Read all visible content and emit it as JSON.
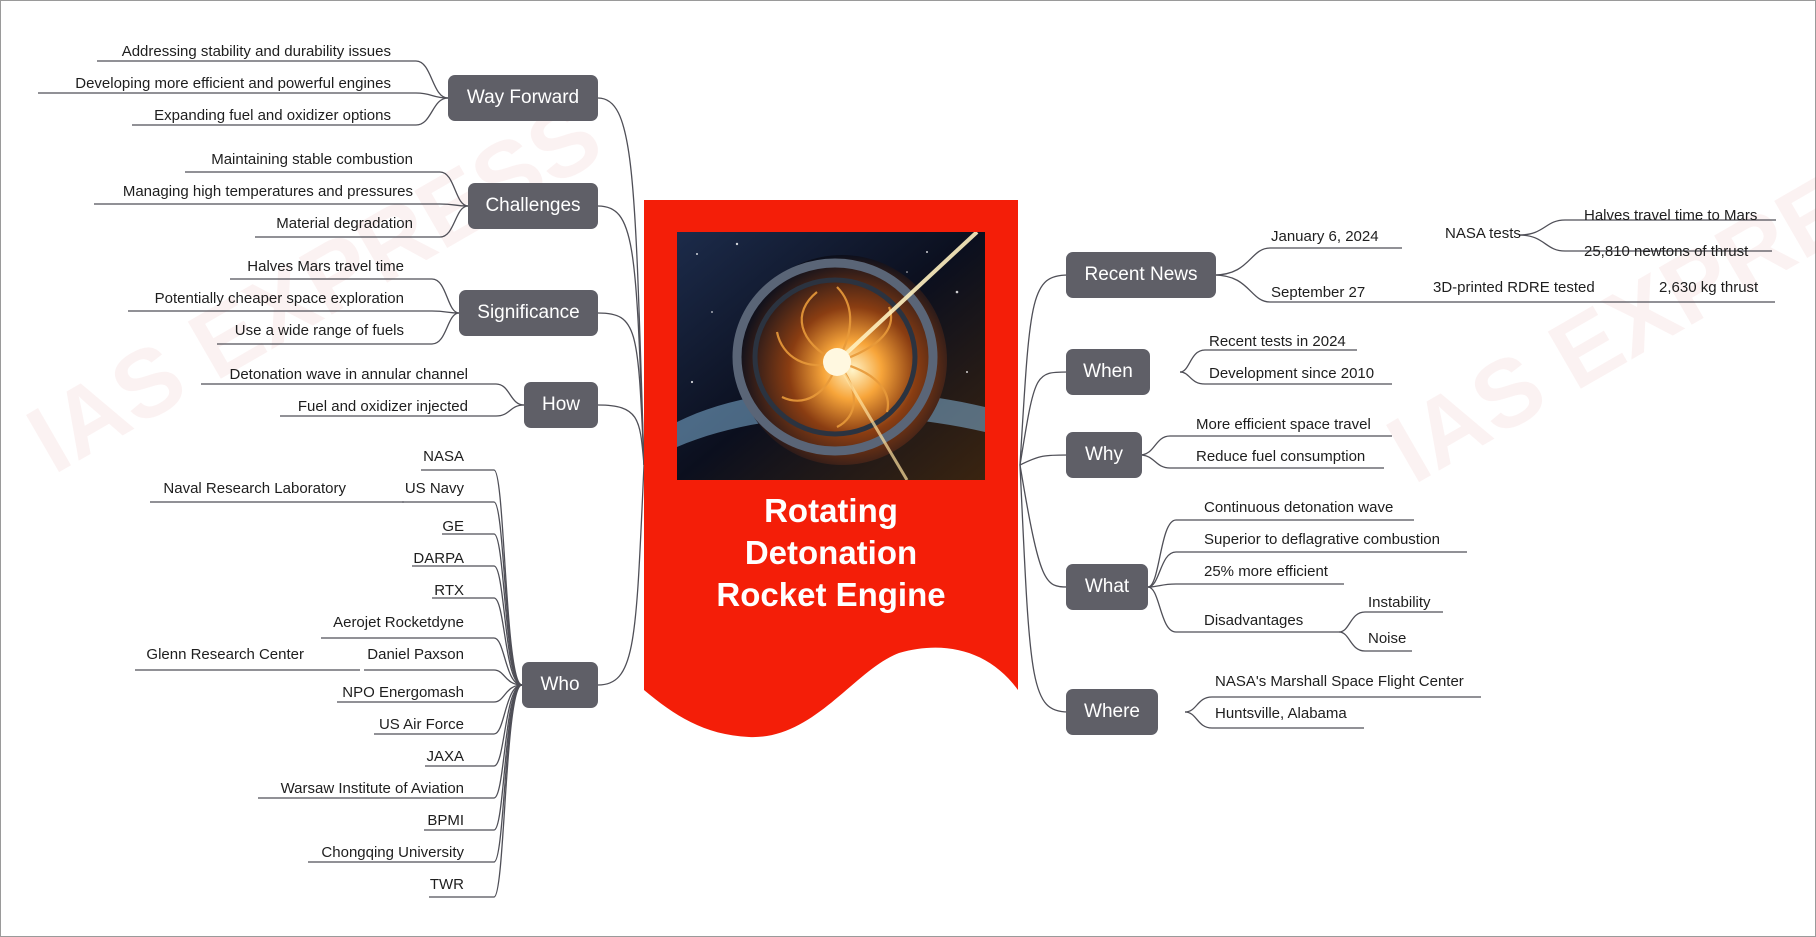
{
  "center": {
    "title": "Rotating Detonation Rocket Engine",
    "title_lines": [
      "Rotating",
      "Detonation",
      "Rocket Engine"
    ],
    "image": "rocket-engine-illustration",
    "color": "#f41e08"
  },
  "watermark": {
    "left": "IAS EXPRESS",
    "right": "IAS EXPRESS"
  },
  "colors": {
    "branch": "#5f5f67",
    "line": "#4f4f57",
    "text": "#1e1e1e"
  },
  "right_branches": [
    {
      "label": "Recent News",
      "children": [
        {
          "label": "January 6, 2024",
          "children": [
            {
              "label": "NASA tests",
              "children": [
                {
                  "label": "Halves travel time to Mars"
                },
                {
                  "label": "25,810 newtons of thrust"
                }
              ]
            }
          ]
        },
        {
          "label": "September 27",
          "children": [
            {
              "label": "3D-printed RDRE tested",
              "children": [
                {
                  "label": "2,630 kg thrust"
                }
              ]
            }
          ]
        }
      ]
    },
    {
      "label": "When",
      "children": [
        {
          "label": "Recent tests in 2024"
        },
        {
          "label": "Development since 2010"
        }
      ]
    },
    {
      "label": "Why",
      "children": [
        {
          "label": "More efficient space travel"
        },
        {
          "label": "Reduce fuel consumption"
        }
      ]
    },
    {
      "label": "What",
      "children": [
        {
          "label": "Continuous detonation wave"
        },
        {
          "label": "Superior to deflagrative combustion"
        },
        {
          "label": "25% more efficient"
        },
        {
          "label": "Disadvantages",
          "children": [
            {
              "label": "Instability"
            },
            {
              "label": "Noise"
            }
          ]
        }
      ]
    },
    {
      "label": "Where",
      "children": [
        {
          "label": "NASA's Marshall Space Flight Center"
        },
        {
          "label": "Huntsville, Alabama"
        }
      ]
    }
  ],
  "left_branches": [
    {
      "label": "Way Forward",
      "children": [
        {
          "label": "Addressing stability and durability issues"
        },
        {
          "label": "Developing more efficient and powerful engines"
        },
        {
          "label": "Expanding fuel and oxidizer options"
        }
      ]
    },
    {
      "label": "Challenges",
      "children": [
        {
          "label": "Maintaining stable combustion"
        },
        {
          "label": "Managing high temperatures and pressures"
        },
        {
          "label": "Material degradation"
        }
      ]
    },
    {
      "label": "Significance",
      "children": [
        {
          "label": "Halves Mars travel time"
        },
        {
          "label": "Potentially cheaper space exploration"
        },
        {
          "label": "Use a wide range of fuels"
        }
      ]
    },
    {
      "label": "How",
      "children": [
        {
          "label": "Detonation wave in annular channel"
        },
        {
          "label": "Fuel and oxidizer injected"
        }
      ]
    },
    {
      "label": "Who",
      "children": [
        {
          "label": "NASA"
        },
        {
          "label": "US Navy",
          "children": [
            {
              "label": "Naval Research Laboratory"
            }
          ]
        },
        {
          "label": "GE"
        },
        {
          "label": "DARPA"
        },
        {
          "label": "RTX"
        },
        {
          "label": "Aerojet Rocketdyne"
        },
        {
          "label": "Daniel Paxson",
          "children": [
            {
              "label": "Glenn Research Center"
            }
          ]
        },
        {
          "label": "NPO Energomash"
        },
        {
          "label": "US Air Force"
        },
        {
          "label": "JAXA"
        },
        {
          "label": "Warsaw Institute of Aviation"
        },
        {
          "label": "BPMI"
        },
        {
          "label": "Chongqing University"
        },
        {
          "label": "TWR"
        }
      ]
    }
  ]
}
